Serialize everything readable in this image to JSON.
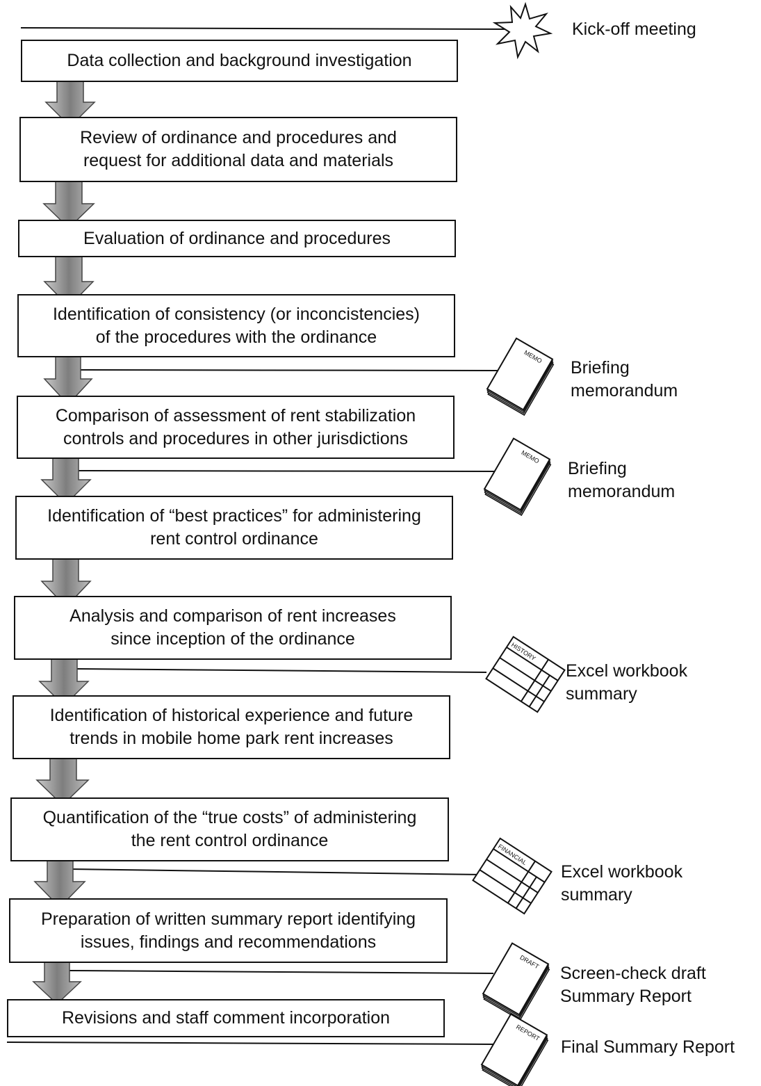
{
  "steps": [
    {
      "text": "Data collection and background investigation"
    },
    {
      "text": "Review of ordinance and procedures and\nrequest for additional data and materials"
    },
    {
      "text": "Evaluation of ordinance and procedures"
    },
    {
      "text": "Identification of consistency (or inconcistencies)\nof the procedures with the ordinance"
    },
    {
      "text": "Comparison of assessment of rent stabilization\ncontrols and procedures in other jurisdictions"
    },
    {
      "text": "Identification of “best practices” for administering\nrent control ordinance"
    },
    {
      "text": "Analysis and comparison of rent increases\nsince inception of the ordinance"
    },
    {
      "text": "Identification of historical experience and future\ntrends in mobile home park rent increases"
    },
    {
      "text": "Quantification of the “true costs” of administering\nthe rent control ordinance"
    },
    {
      "text": "Preparation of written summary report identifying\nissues, findings and recommendations"
    },
    {
      "text": "Revisions and staff comment incorporation"
    }
  ],
  "deliverables": [
    {
      "label": "Kick-off meeting",
      "icon": "starburst-icon"
    },
    {
      "label": "Briefing\nmemorandum",
      "icon": "memo-document-icon",
      "doc_label": "MEMO"
    },
    {
      "label": "Briefing\nmemorandum",
      "icon": "memo-document-icon",
      "doc_label": "MEMO"
    },
    {
      "label": "Excel workbook\nsummary",
      "icon": "spreadsheet-icon",
      "doc_label": "HISTORY"
    },
    {
      "label": "Excel workbook\nsummary",
      "icon": "spreadsheet-icon",
      "doc_label": "FINANCIAL"
    },
    {
      "label": "Screen-check draft\nSummary Report",
      "icon": "draft-document-icon",
      "doc_label": "DRAFT"
    },
    {
      "label": "Final Summary Report",
      "icon": "report-document-icon",
      "doc_label": "REPORT"
    }
  ],
  "colors": {
    "arrow": "#8a8a8a",
    "line": "#111111",
    "box_border": "#111111"
  }
}
